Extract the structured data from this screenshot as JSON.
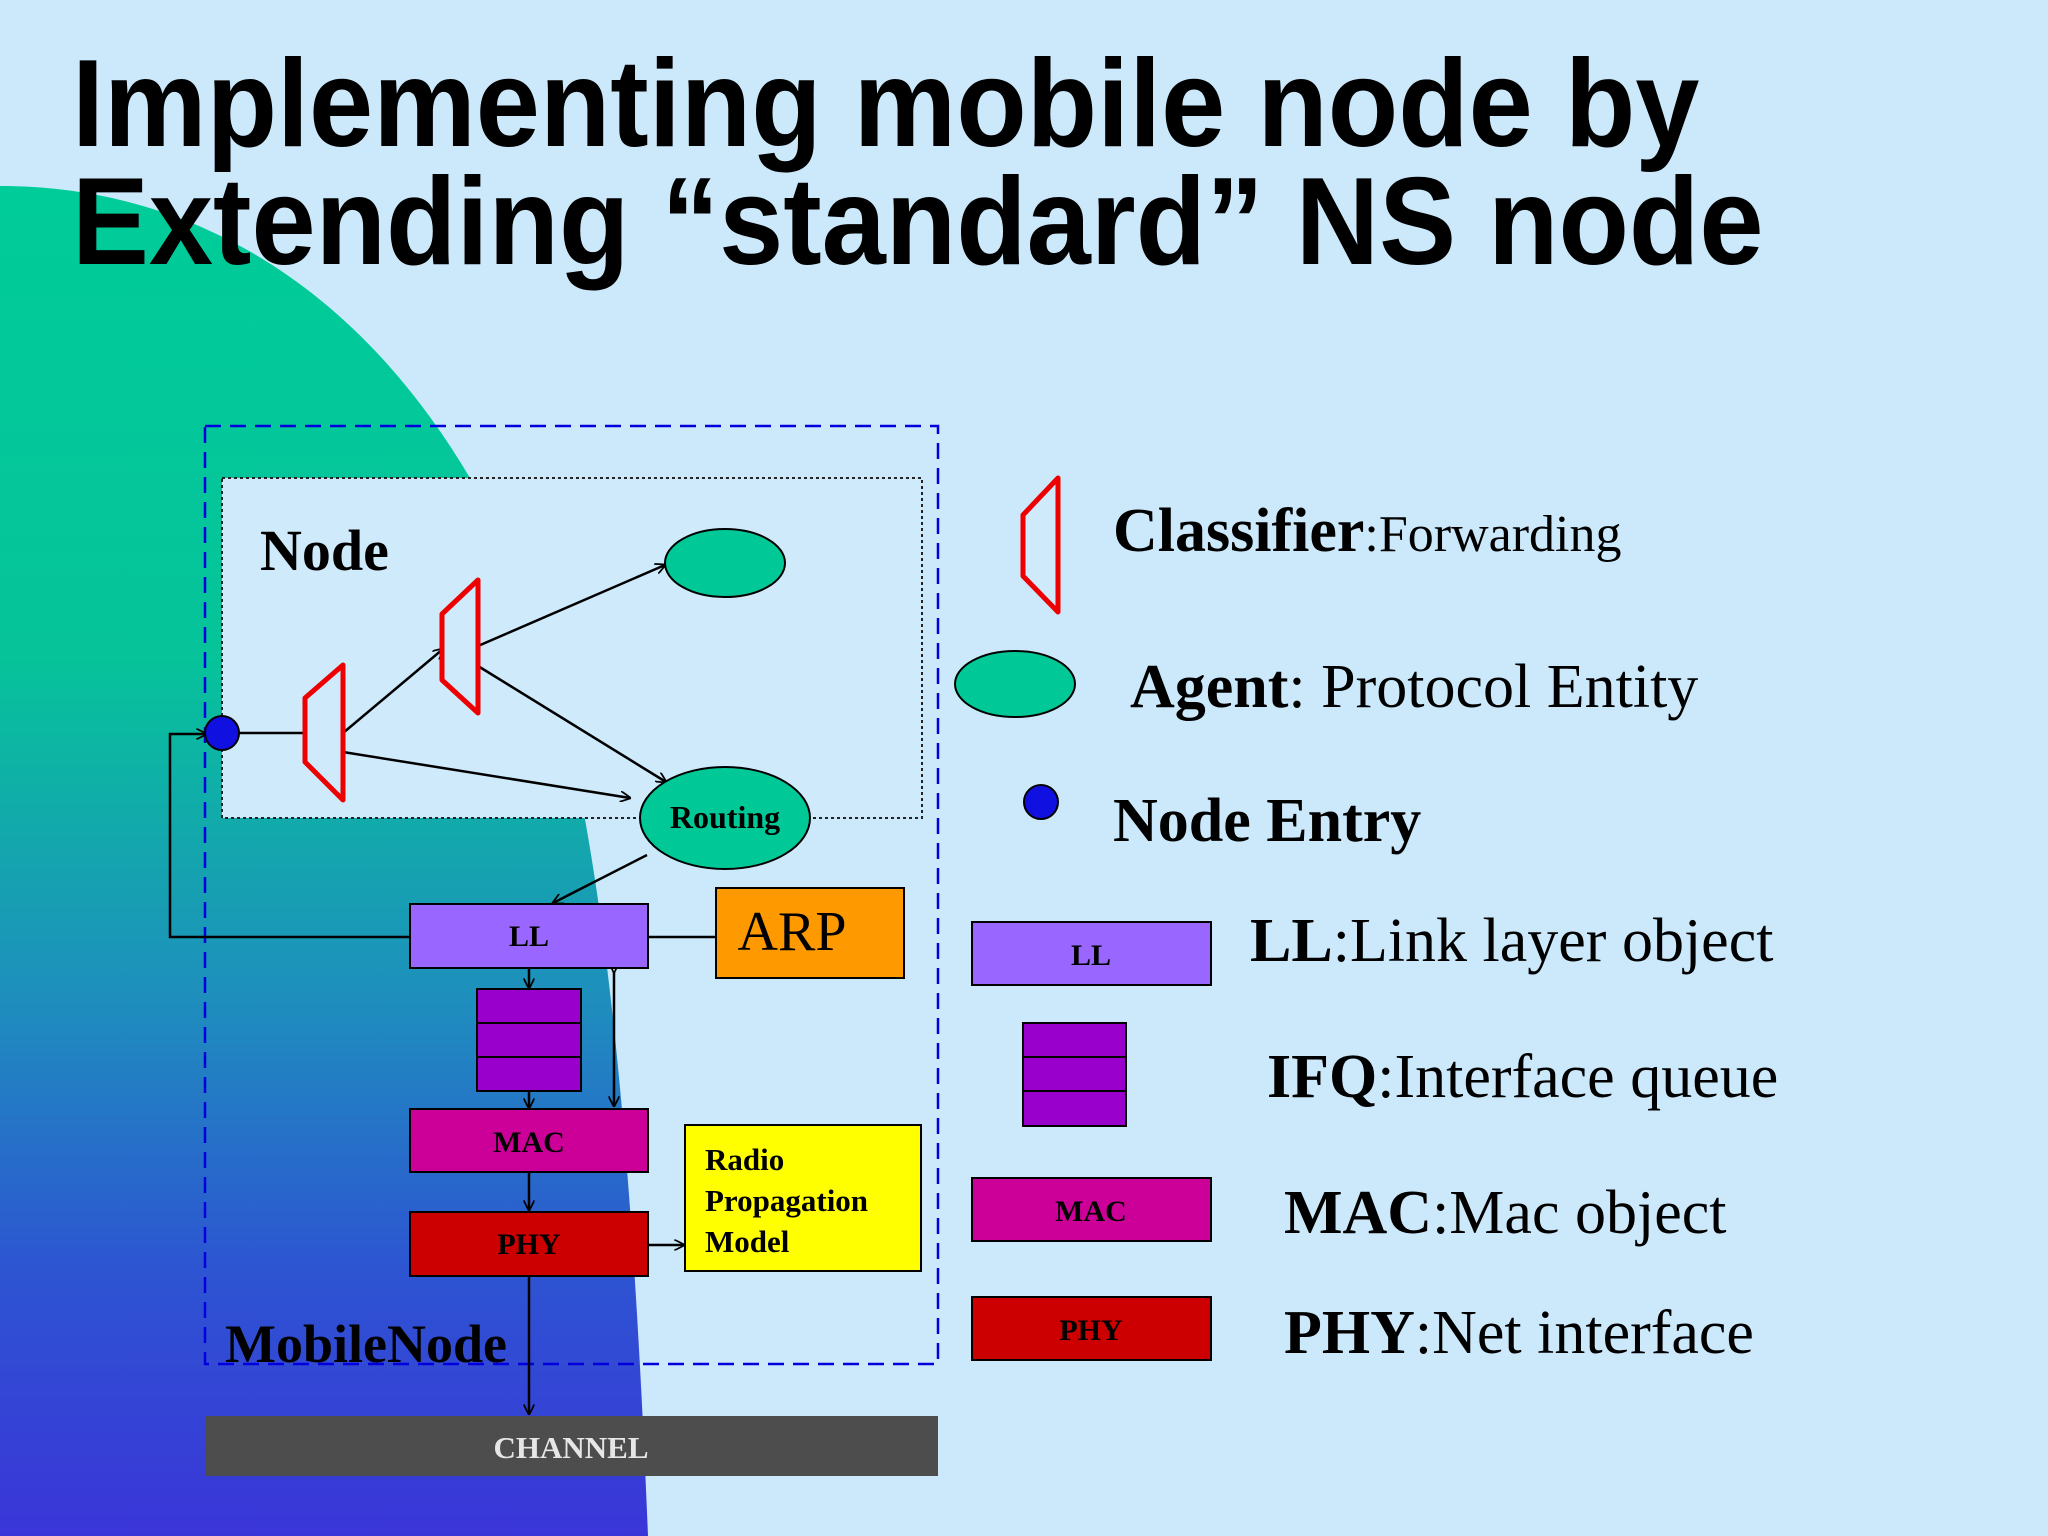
{
  "title": {
    "line1": "Implementing mobile node by",
    "line2": "Extending “standard” NS node"
  },
  "diagram": {
    "node_label": "Node",
    "mobilenode_label": "MobileNode",
    "routing_label": "Routing",
    "ll_label": "LL",
    "arp_label": "ARP",
    "mac_label": "MAC",
    "phy_label": "PHY",
    "radio_line1": "Radio",
    "radio_line2": "Propagation",
    "radio_line3": "Model",
    "channel_label": "CHANNEL"
  },
  "legend": {
    "classifier_term": "Classifier",
    "classifier_desc": ":Forwarding",
    "agent_term": "Agent",
    "agent_desc": ": Protocol Entity",
    "node_entry": "Node Entry",
    "ll_box": "LL",
    "ll_term": "LL",
    "ll_desc": ":Link layer object",
    "ifq_term": "IFQ",
    "ifq_desc": ":Interface queue",
    "mac_box": "MAC",
    "mac_term": "MAC",
    "mac_desc": ":Mac object",
    "phy_box": "PHY",
    "phy_term": "PHY",
    "phy_desc": ":Net interface"
  },
  "colors": {
    "background": "#cce9fb",
    "agent": "#00c896",
    "node_entry": "#1010e0",
    "ll": "#9966ff",
    "ifq": "#9900cc",
    "mac": "#cc0099",
    "phy": "#cc0000",
    "arp": "#ff9900",
    "radio": "#ffff00",
    "channel": "#4d4d4d",
    "classifier_stroke": "#ee0000",
    "mobilenode_border": "#0000dd"
  }
}
